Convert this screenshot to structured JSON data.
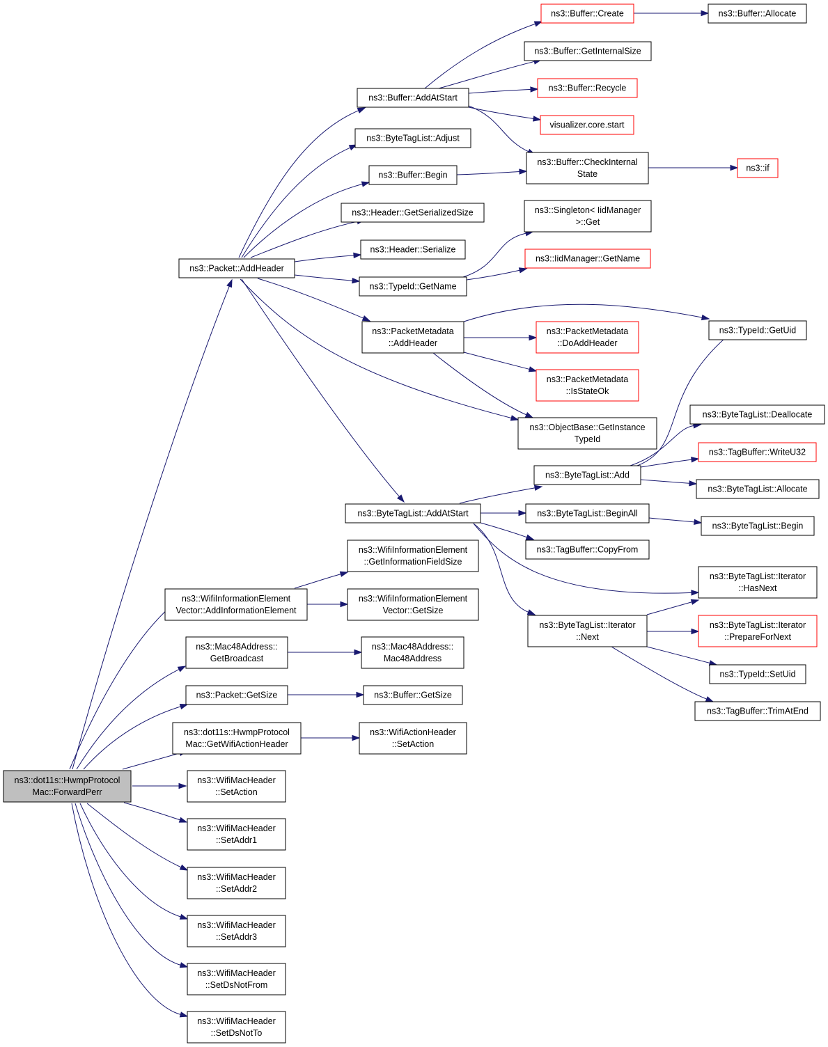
{
  "graph": {
    "nodes": [
      {
        "id": "root",
        "lines": [
          "ns3::dot11s::HwmpProtocol",
          "Mac::ForwardPerr"
        ],
        "kind": "root"
      },
      {
        "id": "packet_addheader",
        "lines": [
          "ns3::Packet::AddHeader"
        ]
      },
      {
        "id": "wifiie_add",
        "lines": [
          "ns3::WifiInformationElement",
          "Vector::AddInformationElement"
        ]
      },
      {
        "id": "mac48_getbroadcast",
        "lines": [
          "ns3::Mac48Address::",
          "GetBroadcast"
        ]
      },
      {
        "id": "packet_getsize",
        "lines": [
          "ns3::Packet::GetSize"
        ]
      },
      {
        "id": "hwmp_getwifiaction",
        "lines": [
          "ns3::dot11s::HwmpProtocol",
          "Mac::GetWifiActionHeader"
        ]
      },
      {
        "id": "wmh_setaction",
        "lines": [
          "ns3::WifiMacHeader",
          "::SetAction"
        ]
      },
      {
        "id": "wmh_setaddr1",
        "lines": [
          "ns3::WifiMacHeader",
          "::SetAddr1"
        ]
      },
      {
        "id": "wmh_setaddr2",
        "lines": [
          "ns3::WifiMacHeader",
          "::SetAddr2"
        ]
      },
      {
        "id": "wmh_setaddr3",
        "lines": [
          "ns3::WifiMacHeader",
          "::SetAddr3"
        ]
      },
      {
        "id": "wmh_setdsnotfrom",
        "lines": [
          "ns3::WifiMacHeader",
          "::SetDsNotFrom"
        ]
      },
      {
        "id": "wmh_setdsnotto",
        "lines": [
          "ns3::WifiMacHeader",
          "::SetDsNotTo"
        ]
      },
      {
        "id": "buffer_addatstart",
        "lines": [
          "ns3::Buffer::AddAtStart"
        ]
      },
      {
        "id": "btl_adjust",
        "lines": [
          "ns3::ByteTagList::Adjust"
        ]
      },
      {
        "id": "buffer_begin",
        "lines": [
          "ns3::Buffer::Begin"
        ]
      },
      {
        "id": "header_getsersize",
        "lines": [
          "ns3::Header::GetSerializedSize"
        ]
      },
      {
        "id": "header_serialize",
        "lines": [
          "ns3::Header::Serialize"
        ]
      },
      {
        "id": "typeid_getname",
        "lines": [
          "ns3::TypeId::GetName"
        ]
      },
      {
        "id": "pm_addheader",
        "lines": [
          "ns3::PacketMetadata",
          "::AddHeader"
        ]
      },
      {
        "id": "btl_addatstart",
        "lines": [
          "ns3::ByteTagList::AddAtStart"
        ]
      },
      {
        "id": "wifiie_getfieldsize",
        "lines": [
          "ns3::WifiInformationElement",
          "::GetInformationFieldSize"
        ]
      },
      {
        "id": "wifiie_getsize",
        "lines": [
          "ns3::WifiInformationElement",
          "Vector::GetSize"
        ]
      },
      {
        "id": "mac48_ctor",
        "lines": [
          "ns3::Mac48Address::",
          "Mac48Address"
        ]
      },
      {
        "id": "buffer_getsize",
        "lines": [
          "ns3::Buffer::GetSize"
        ]
      },
      {
        "id": "wah_setaction",
        "lines": [
          "ns3::WifiActionHeader",
          "::SetAction"
        ]
      },
      {
        "id": "buffer_create",
        "lines": [
          "ns3::Buffer::Create"
        ],
        "kind": "truncated"
      },
      {
        "id": "buffer_getinternalsize",
        "lines": [
          "ns3::Buffer::GetInternalSize"
        ]
      },
      {
        "id": "buffer_recycle",
        "lines": [
          "ns3::Buffer::Recycle"
        ],
        "kind": "truncated"
      },
      {
        "id": "visualizer_start",
        "lines": [
          "visualizer.core.start"
        ],
        "kind": "truncated"
      },
      {
        "id": "buffer_checkinternal",
        "lines": [
          "ns3::Buffer::CheckInternal",
          "State"
        ]
      },
      {
        "id": "singleton_get",
        "lines": [
          "ns3::Singleton< IidManager",
          ">::Get"
        ]
      },
      {
        "id": "iidmanager_getname",
        "lines": [
          "ns3::IidManager::GetName"
        ],
        "kind": "truncated"
      },
      {
        "id": "pm_doaddheader",
        "lines": [
          "ns3::PacketMetadata",
          "::DoAddHeader"
        ],
        "kind": "truncated"
      },
      {
        "id": "pm_isstateok",
        "lines": [
          "ns3::PacketMetadata",
          "::IsStateOk"
        ],
        "kind": "truncated"
      },
      {
        "id": "objectbase_getinstancetypeid",
        "lines": [
          "ns3::ObjectBase::GetInstance",
          "TypeId"
        ]
      },
      {
        "id": "btl_add",
        "lines": [
          "ns3::ByteTagList::Add"
        ]
      },
      {
        "id": "btl_beginall",
        "lines": [
          "ns3::ByteTagList::BeginAll"
        ]
      },
      {
        "id": "tagbuffer_copyfrom",
        "lines": [
          "ns3::TagBuffer::CopyFrom"
        ]
      },
      {
        "id": "btl_iter_next",
        "lines": [
          "ns3::ByteTagList::Iterator",
          "::Next"
        ]
      },
      {
        "id": "buffer_allocate",
        "lines": [
          "ns3::Buffer::Allocate"
        ]
      },
      {
        "id": "ns3_if",
        "lines": [
          "ns3::if"
        ],
        "kind": "truncated"
      },
      {
        "id": "typeid_getuid",
        "lines": [
          "ns3::TypeId::GetUid"
        ]
      },
      {
        "id": "btl_deallocate",
        "lines": [
          "ns3::ByteTagList::Deallocate"
        ]
      },
      {
        "id": "tagbuffer_writeu32",
        "lines": [
          "ns3::TagBuffer::WriteU32"
        ],
        "kind": "truncated"
      },
      {
        "id": "btl_allocate",
        "lines": [
          "ns3::ByteTagList::Allocate"
        ]
      },
      {
        "id": "btl_begin",
        "lines": [
          "ns3::ByteTagList::Begin"
        ]
      },
      {
        "id": "btl_iter_hasnext",
        "lines": [
          "ns3::ByteTagList::Iterator",
          "::HasNext"
        ]
      },
      {
        "id": "btl_iter_prepare",
        "lines": [
          "ns3::ByteTagList::Iterator",
          "::PrepareForNext"
        ],
        "kind": "truncated"
      },
      {
        "id": "typeid_setuid",
        "lines": [
          "ns3::TypeId::SetUid"
        ]
      },
      {
        "id": "tagbuffer_trimatend",
        "lines": [
          "ns3::TagBuffer::TrimAtEnd"
        ]
      }
    ],
    "edges": [
      [
        "root",
        "packet_addheader"
      ],
      [
        "root",
        "wifiie_add"
      ],
      [
        "root",
        "mac48_getbroadcast"
      ],
      [
        "root",
        "packet_getsize"
      ],
      [
        "root",
        "hwmp_getwifiaction"
      ],
      [
        "root",
        "wmh_setaction"
      ],
      [
        "root",
        "wmh_setaddr1"
      ],
      [
        "root",
        "wmh_setaddr2"
      ],
      [
        "root",
        "wmh_setaddr3"
      ],
      [
        "root",
        "wmh_setdsnotfrom"
      ],
      [
        "root",
        "wmh_setdsnotto"
      ],
      [
        "packet_addheader",
        "buffer_addatstart"
      ],
      [
        "packet_addheader",
        "btl_adjust"
      ],
      [
        "packet_addheader",
        "buffer_begin"
      ],
      [
        "packet_addheader",
        "header_getsersize"
      ],
      [
        "packet_addheader",
        "header_serialize"
      ],
      [
        "packet_addheader",
        "typeid_getname"
      ],
      [
        "packet_addheader",
        "pm_addheader"
      ],
      [
        "packet_addheader",
        "objectbase_getinstancetypeid"
      ],
      [
        "packet_addheader",
        "btl_addatstart"
      ],
      [
        "wifiie_add",
        "wifiie_getfieldsize"
      ],
      [
        "wifiie_add",
        "wifiie_getsize"
      ],
      [
        "mac48_getbroadcast",
        "mac48_ctor"
      ],
      [
        "packet_getsize",
        "buffer_getsize"
      ],
      [
        "hwmp_getwifiaction",
        "wah_setaction"
      ],
      [
        "buffer_addatstart",
        "buffer_create"
      ],
      [
        "buffer_addatstart",
        "buffer_getinternalsize"
      ],
      [
        "buffer_addatstart",
        "buffer_recycle"
      ],
      [
        "buffer_addatstart",
        "visualizer_start"
      ],
      [
        "buffer_addatstart",
        "buffer_checkinternal"
      ],
      [
        "buffer_begin",
        "buffer_checkinternal"
      ],
      [
        "typeid_getname",
        "singleton_get"
      ],
      [
        "typeid_getname",
        "iidmanager_getname"
      ],
      [
        "pm_addheader",
        "typeid_getuid"
      ],
      [
        "pm_addheader",
        "pm_doaddheader"
      ],
      [
        "pm_addheader",
        "pm_isstateok"
      ],
      [
        "pm_addheader",
        "objectbase_getinstancetypeid"
      ],
      [
        "btl_addatstart",
        "btl_add"
      ],
      [
        "btl_addatstart",
        "btl_beginall"
      ],
      [
        "btl_addatstart",
        "tagbuffer_copyfrom"
      ],
      [
        "btl_addatstart",
        "btl_iter_hasnext"
      ],
      [
        "btl_addatstart",
        "btl_iter_next"
      ],
      [
        "buffer_create",
        "buffer_allocate"
      ],
      [
        "buffer_checkinternal",
        "ns3_if"
      ],
      [
        "btl_add",
        "typeid_getuid"
      ],
      [
        "btl_add",
        "btl_deallocate"
      ],
      [
        "btl_add",
        "tagbuffer_writeu32"
      ],
      [
        "btl_add",
        "btl_allocate"
      ],
      [
        "btl_beginall",
        "btl_begin"
      ],
      [
        "btl_iter_next",
        "btl_iter_hasnext"
      ],
      [
        "btl_iter_next",
        "btl_iter_prepare"
      ],
      [
        "btl_iter_next",
        "typeid_setuid"
      ],
      [
        "btl_iter_next",
        "tagbuffer_trimatend"
      ]
    ]
  },
  "colors": {
    "edge": "#191970",
    "node_border": "#000000",
    "truncated_border": "#ff0000",
    "root_fill": "#bfbfbf",
    "node_fill": "#ffffff"
  }
}
